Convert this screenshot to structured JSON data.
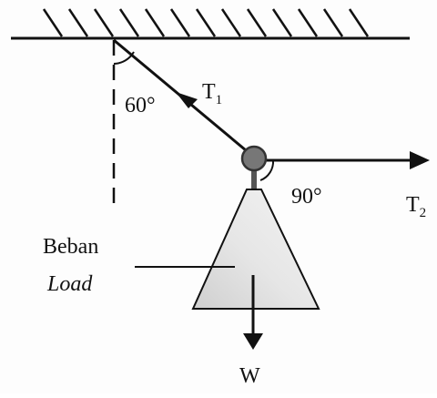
{
  "diagram": {
    "angle_ceiling": "60°",
    "angle_horizontal": "90°",
    "tension_1": {
      "symbol": "T",
      "subscript": "1"
    },
    "tension_2": {
      "symbol": "T",
      "subscript": "2"
    },
    "load_label_ms": "Beban",
    "load_label_en": "Load",
    "weight": "W"
  },
  "colors": {
    "ink": "#111111",
    "knot": "#777777",
    "load_fill": "#ececec",
    "load_shade": "#cfcfcf"
  }
}
